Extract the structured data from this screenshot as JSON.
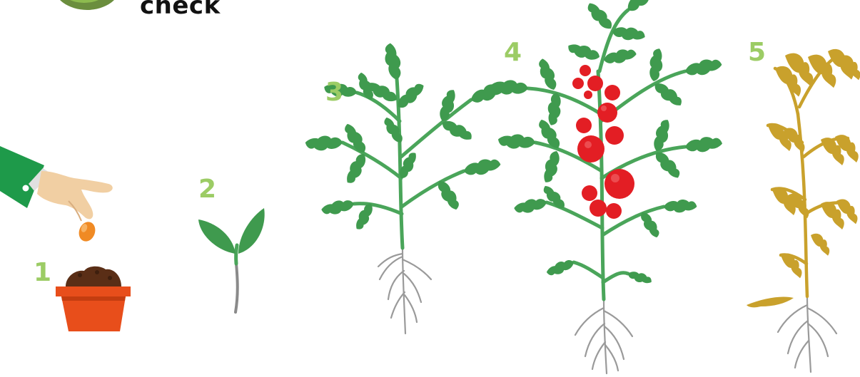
{
  "header": {
    "title": "check"
  },
  "stages": [
    {
      "number": "1",
      "icon": "seed-in-pot-icon"
    },
    {
      "number": "2",
      "icon": "seedling-icon"
    },
    {
      "number": "3",
      "icon": "young-plant-icon"
    },
    {
      "number": "4",
      "icon": "fruiting-tomato-plant-icon"
    },
    {
      "number": "5",
      "icon": "withered-plant-icon"
    }
  ],
  "colors": {
    "leaf_green": "#3f9a4e",
    "stem_green": "#4aa55a",
    "tomato_red": "#e31e24",
    "wither_gold": "#c9a12c",
    "root_gray": "#9a9a9a",
    "pot_orange": "#e84e1b",
    "soil_brown": "#5a2e16",
    "number_green": "#9ccc65",
    "sleeve_green": "#1e9a4a",
    "skin": "#f1cfa3",
    "seed_orange": "#f08a24"
  }
}
